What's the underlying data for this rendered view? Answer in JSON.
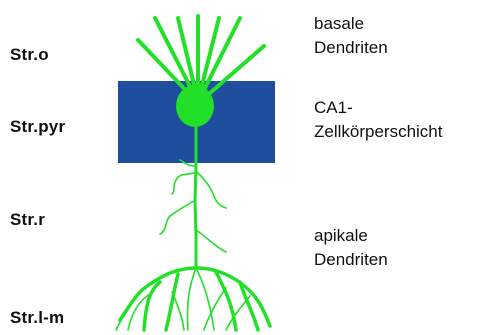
{
  "layers": {
    "oriens": "Str.o",
    "pyramidale": "Str.pyr",
    "radiatum": "Str.r",
    "lacunosum_moleculare": "Str.l-m"
  },
  "annotations": {
    "basal_line1": "basale",
    "basal_line2": "Dendriten",
    "ca1_line1": "CA1-",
    "ca1_line2": "Zellkörperschicht",
    "apical_line1": "apikale",
    "apical_line2": "Dendriten"
  },
  "colors": {
    "neuron": "#22e028",
    "cell_layer": "#1f4e9e",
    "text": "#111111"
  }
}
